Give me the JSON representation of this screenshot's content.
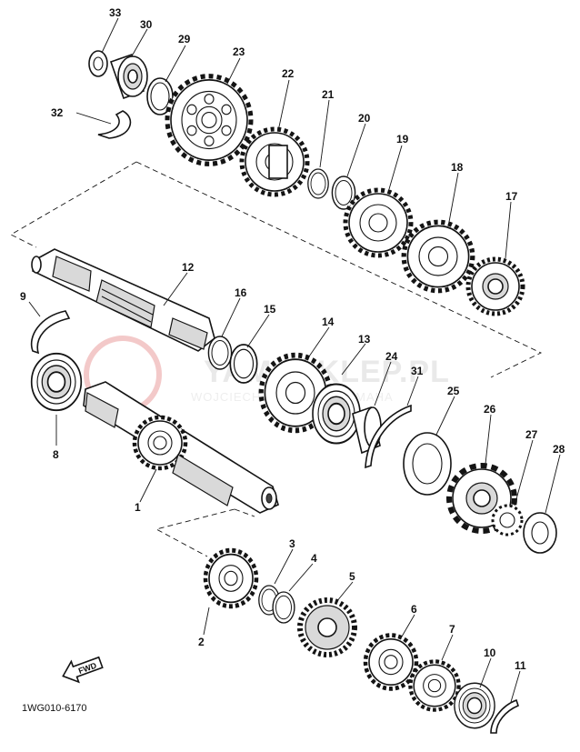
{
  "drawing_code": "1WG010-6170",
  "watermark": {
    "brand": "YAMASKLEP.PL",
    "subtitle": "WOJCIECH ... DEALER YAMAHA"
  },
  "fwd_label": "FWD",
  "parts": [
    {
      "id": "1"
    },
    {
      "id": "2"
    },
    {
      "id": "3"
    },
    {
      "id": "4"
    },
    {
      "id": "5"
    },
    {
      "id": "6"
    },
    {
      "id": "7"
    },
    {
      "id": "8"
    },
    {
      "id": "9"
    },
    {
      "id": "10"
    },
    {
      "id": "11"
    },
    {
      "id": "12"
    },
    {
      "id": "13"
    },
    {
      "id": "14"
    },
    {
      "id": "15"
    },
    {
      "id": "16"
    },
    {
      "id": "17"
    },
    {
      "id": "18"
    },
    {
      "id": "19"
    },
    {
      "id": "20"
    },
    {
      "id": "21"
    },
    {
      "id": "22"
    },
    {
      "id": "23"
    },
    {
      "id": "24"
    },
    {
      "id": "25"
    },
    {
      "id": "26"
    },
    {
      "id": "27"
    },
    {
      "id": "28"
    },
    {
      "id": "29"
    },
    {
      "id": "30"
    },
    {
      "id": "31"
    },
    {
      "id": "32"
    },
    {
      "id": "33"
    }
  ]
}
